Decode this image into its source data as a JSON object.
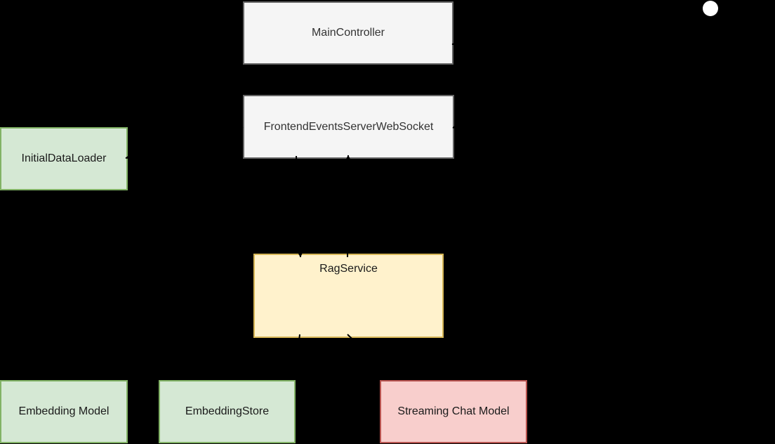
{
  "diagram": {
    "background_color": "#000000",
    "connector_color": "#000000",
    "nodes": [
      {
        "id": "main-controller",
        "label": "MainController",
        "fill": "#f5f5f5",
        "stroke": "#666666",
        "text_color": "#333333"
      },
      {
        "id": "frontend-events-server-websocket",
        "label": "FrontendEventsServerWebSocket",
        "fill": "#f5f5f5",
        "stroke": "#666666",
        "text_color": "#333333"
      },
      {
        "id": "initial-data-loader",
        "label": "InitialDataLoader",
        "fill": "#d5e8d4",
        "stroke": "#82b366",
        "text_color": "#1a1a1a"
      },
      {
        "id": "rag-service",
        "label": "RagService",
        "fill": "#fff2cc",
        "stroke": "#d6b656",
        "text_color": "#1a1a1a"
      },
      {
        "id": "embedding-model",
        "label": "Embedding Model",
        "fill": "#d5e8d4",
        "stroke": "#82b366",
        "text_color": "#1a1a1a"
      },
      {
        "id": "embedding-store",
        "label": "EmbeddingStore",
        "fill": "#d5e8d4",
        "stroke": "#82b366",
        "text_color": "#1a1a1a"
      },
      {
        "id": "streaming-chat-model",
        "label": "Streaming Chat Model",
        "fill": "#f8cecc",
        "stroke": "#b85450",
        "text_color": "#1a1a1a"
      }
    ],
    "start_marker": {
      "shape": "circle",
      "fill": "#ffffff"
    }
  }
}
